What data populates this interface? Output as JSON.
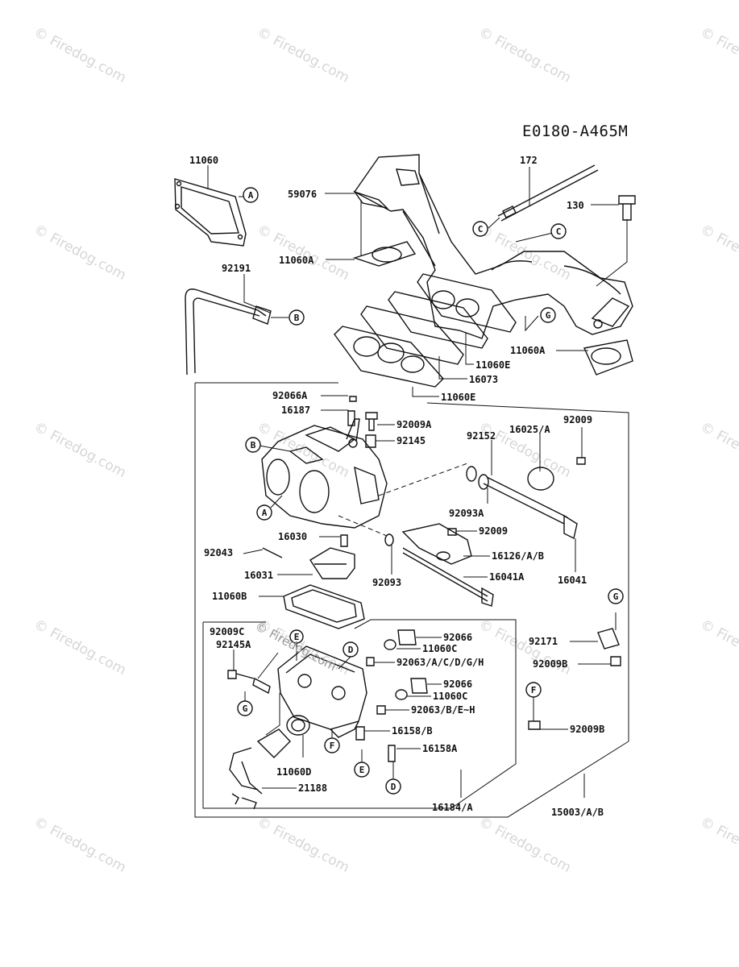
{
  "diagram_code": "E0180-A465M",
  "watermark_text": "© Firedog.com",
  "labels": [
    "11060",
    "92191",
    "59076",
    "11060A",
    "172",
    "130",
    "11060A",
    "11060E",
    "16073",
    "11060E",
    "92066A",
    "16187",
    "92009A",
    "92145",
    "92152",
    "16025/A",
    "92009",
    "92093A",
    "92009",
    "16030",
    "92043",
    "16126/A/B",
    "16031",
    "92093",
    "16041A",
    "16041",
    "11060B",
    "92009C",
    "92145A",
    "92066",
    "11060C",
    "92063/A/C/D/G/H",
    "92066",
    "11060C",
    "92063/B/E~H",
    "92171",
    "92009B",
    "16158/B",
    "16158A",
    "92009B",
    "11060D",
    "21188",
    "16184/A",
    "15003/A/B"
  ],
  "refs": [
    "A",
    "B",
    "C",
    "C",
    "G",
    "B",
    "A",
    "D",
    "E",
    "G",
    "F",
    "E",
    "D",
    "G",
    "F"
  ]
}
